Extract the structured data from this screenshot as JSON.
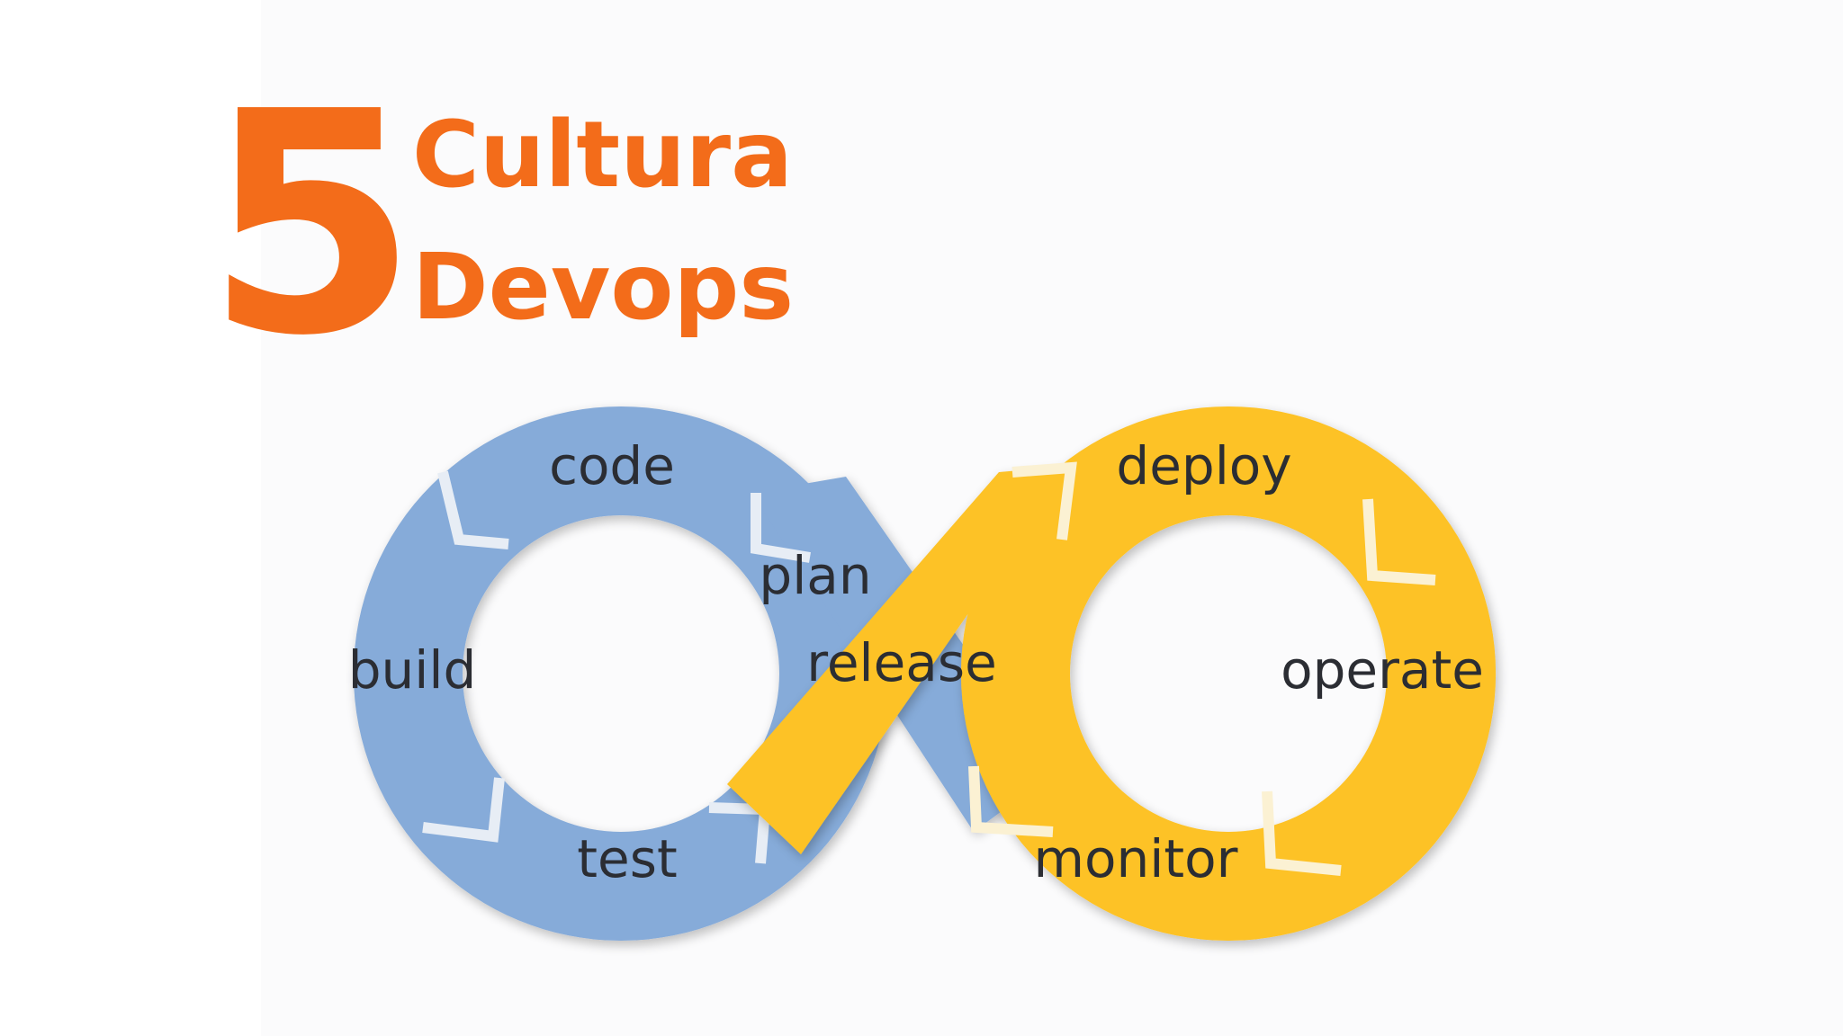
{
  "heading": {
    "number": "5",
    "line1": "Cultura",
    "line2": "Devops"
  },
  "colors": {
    "accent": "#f36c1a",
    "dev_loop": "#86abd9",
    "ops_loop": "#fdc226",
    "label_text": "#2b2d33"
  },
  "diagram": {
    "stages": {
      "code": "code",
      "plan": "plan",
      "build": "build",
      "test": "test",
      "release": "release",
      "deploy": "deploy",
      "operate": "operate",
      "monitor": "monitor"
    }
  }
}
